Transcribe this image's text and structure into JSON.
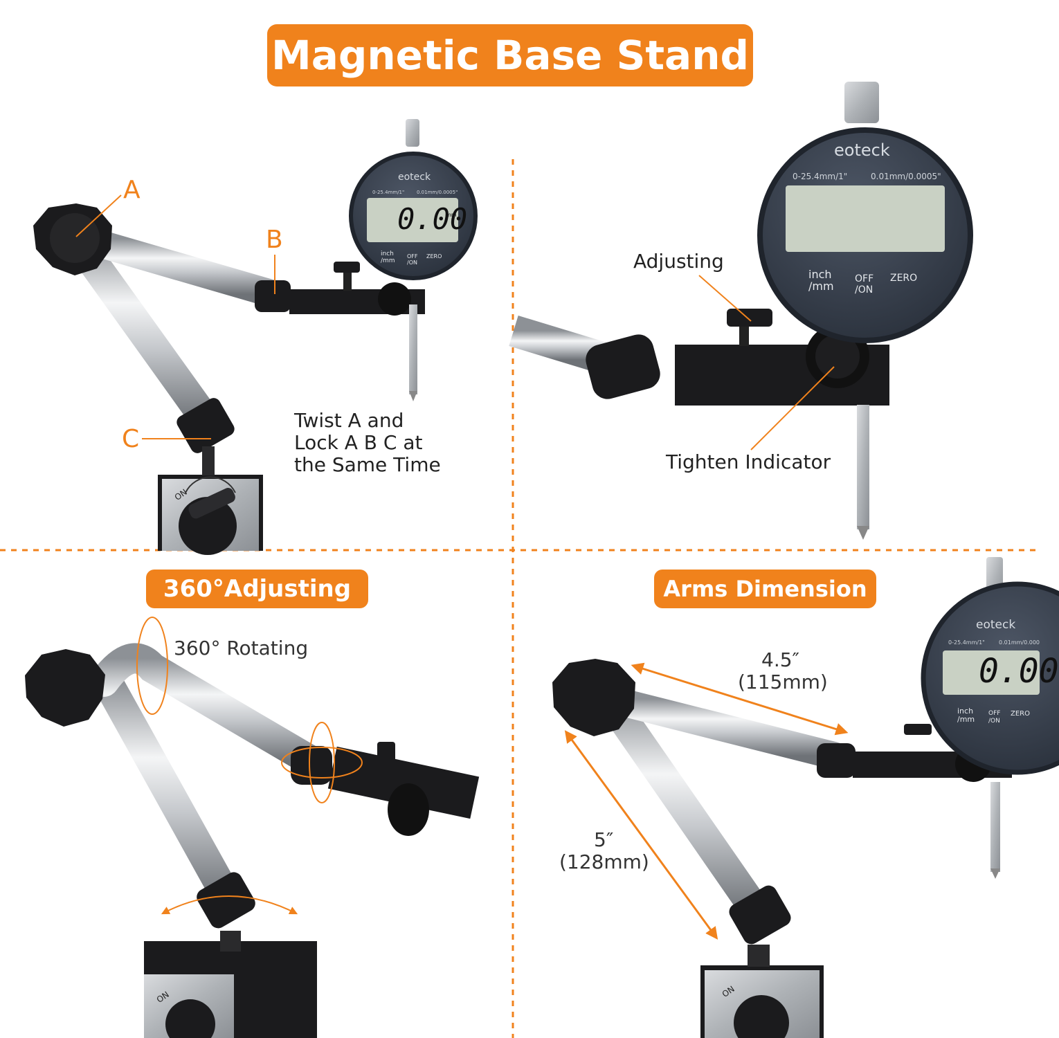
{
  "header": {
    "title": "Magnetic Base Stand"
  },
  "panel1": {
    "callout_a": "A",
    "callout_b": "B",
    "callout_c": "C",
    "instruction_lines": [
      "Twist A and",
      "Lock A B C at",
      "the Same Time"
    ],
    "indicator": {
      "brand": "eoteck",
      "range": "0-25.4mm/1\"",
      "resolution": "0.01mm/0.0005\"",
      "reading": "0.00",
      "unit": "mm",
      "btn_inch_1": "inch",
      "btn_inch_2": "/mm",
      "btn_off_1": "OFF",
      "btn_off_2": "/ON",
      "btn_zero": "ZERO"
    },
    "base_on_label": "ON"
  },
  "panel2": {
    "label_adjusting": "Adjusting",
    "label_tighten": "Tighten Indicator",
    "indicator": {
      "brand": "eoteck",
      "range": "0-25.4mm/1\"",
      "resolution": "0.01mm/0.0005\"",
      "btn_inch_1": "inch",
      "btn_inch_2": "/mm",
      "btn_off_1": "OFF",
      "btn_off_2": "/ON",
      "btn_zero": "ZERO"
    }
  },
  "panel3": {
    "title": "360°Adjusting",
    "label_rotating": "360° Rotating",
    "base_on_label": "ON"
  },
  "panel4": {
    "title": "Arms Dimension",
    "upper_arm": {
      "inches": "4.5″",
      "mm": "(115mm)"
    },
    "lower_arm": {
      "inches": "5″",
      "mm": "(128mm)"
    },
    "indicator": {
      "brand": "eoteck",
      "range": "0-25.4mm/1\"",
      "resolution": "0.01mm/0.000",
      "reading": "0.00",
      "btn_inch_1": "inch",
      "btn_inch_2": "/mm",
      "btn_off_1": "OFF",
      "btn_off_2": "/ON",
      "btn_zero": "ZERO"
    },
    "base_on_label": "ON"
  },
  "colors": {
    "accent": "#f0821c",
    "knob": "#1c1c1e",
    "metal": "#b9bcc0",
    "dial": "#3a4250",
    "lcd": "#c9d1c4"
  }
}
